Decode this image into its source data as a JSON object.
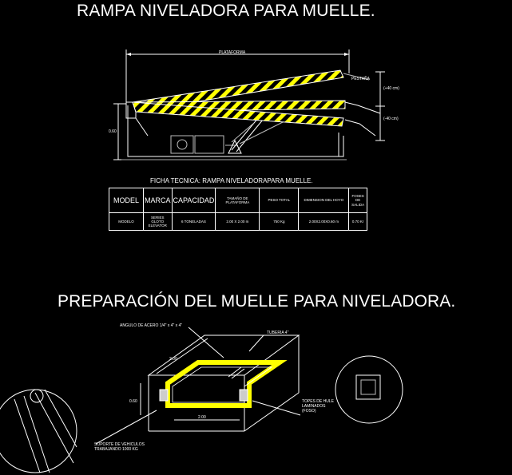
{
  "titles": {
    "ramp": "RAMPA NIVELADORA PARA MUELLE.",
    "dock": "PREPARACIÓN DEL MUELLE PARA NIVELADORA."
  },
  "ramp_drawing": {
    "plataforma": "PLATAFORMA",
    "pestana": "PESTAÑA",
    "up": "(+40 cm)",
    "down": "(-40 cm)",
    "height": "0.60"
  },
  "spec_table": {
    "title": "FICHA TECNICA: RAMPA NIVELADORAPARA MUELLE.",
    "headers": [
      "MODEL",
      "MARCA",
      "CAPACIDAD",
      "TAMAÑO DE PLATAFORMA",
      "PESO TOTAL",
      "DIMENSION DEL HOYO",
      "FOSES DE SALIDA"
    ],
    "row": [
      "MODELO",
      "SERIES GLOTO ELEVATOR",
      "6 TONELADAS",
      "2.00 X 2.00 m",
      "750 Kg",
      "2.00X2.00X0.60 m",
      "0.70 Kr"
    ]
  },
  "dock_drawing": {
    "angulo": "ANGULO DE ACERO 1/4\" x 4\" x 4\"",
    "tuberia": "TUBERIA 4\"",
    "dim_top": "2.00",
    "dim_side": "0.60",
    "dim_bottom": "2.00",
    "topes": "TOPES DE HULE LAMINADOS (FOSO)",
    "soporte": "SOPORTE DE VEHICULOS TRABAJANDO 1000 KG"
  },
  "colors": {
    "background": "#000000",
    "lines": "#ffffff",
    "yellow": "#ffff00",
    "gray": "#b0b0b0"
  }
}
